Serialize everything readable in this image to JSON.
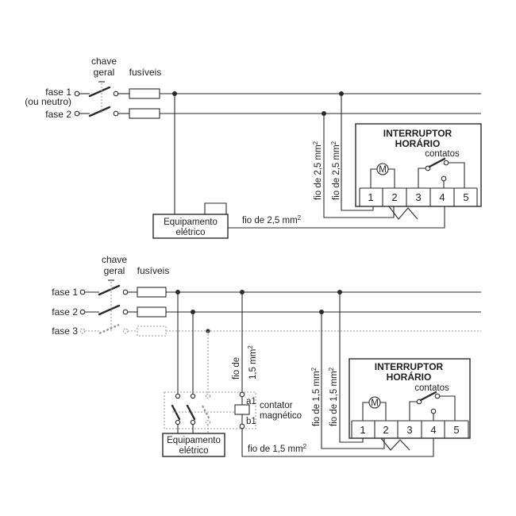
{
  "diagram1": {
    "labels": {
      "main_switch_line1": "chave",
      "main_switch_line2": "geral",
      "fuses": "fusíveis",
      "phase1": "fase 1",
      "phase1_note": "(ou neutro)",
      "phase2": "fase 2",
      "wire_vertical_a": "fio de 2,5 mm",
      "wire_vertical_b": "fio de 2,5 mm",
      "wire_horizontal": "fio de 2,5 mm",
      "wire_exponent": "2"
    },
    "timer": {
      "title_line1": "INTERRUPTOR",
      "title_line2": "HORÁRIO",
      "contacts": "contatos",
      "motor": "M",
      "terminals": [
        "1",
        "2",
        "3",
        "4",
        "5"
      ]
    },
    "equipment": {
      "line1": "Equipamento",
      "line2": "elétrico"
    }
  },
  "diagram2": {
    "labels": {
      "main_switch_line1": "chave",
      "main_switch_line2": "geral",
      "fuses": "fusíveis",
      "phase1": "fase 1",
      "phase2": "fase 2",
      "phase3": "fase 3",
      "wire_coil_line1": "fio de",
      "wire_coil_line2": "1,5 mm",
      "wire_vertical_a": "fio de 1,5 mm",
      "wire_vertical_b": "fio de 1,5 mm",
      "wire_horizontal": "fio de 1,5 mm",
      "wire_exponent": "2",
      "contactor_line1": "contator",
      "contactor_line2": "magnético",
      "coil_a1": "a1",
      "coil_b1": "b1"
    },
    "timer": {
      "title_line1": "INTERRUPTOR",
      "title_line2": "HORÁRIO",
      "contacts": "contatos",
      "motor": "M",
      "terminals": [
        "1",
        "2",
        "3",
        "4",
        "5"
      ]
    },
    "equipment": {
      "line1": "Equipamento",
      "line2": "elétrico"
    }
  }
}
